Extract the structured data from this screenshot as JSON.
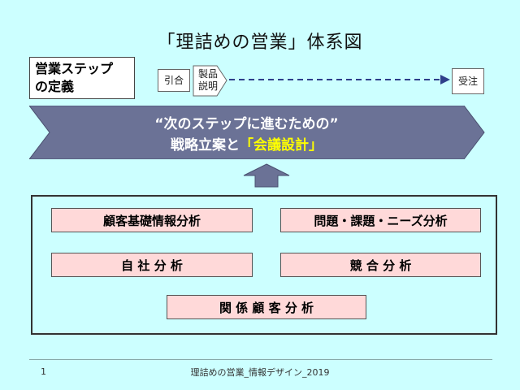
{
  "title": "「理詰めの営業」体系図",
  "definition": {
    "line1": "営業ステップ",
    "line2": "の定義"
  },
  "steps": {
    "step1": "引合",
    "step2_line1": "製品",
    "step2_line2": "説明",
    "final": "受注"
  },
  "banner": {
    "line1": "“次のステップに進むための”",
    "line2_prefix": "戦略立案と",
    "line2_highlight": "「会議設計」"
  },
  "analyses": {
    "customer_basic": "顧客基礎情報分析",
    "issues_needs": "問題・課題・ニーズ分析",
    "own_company": "自 社 分 析",
    "competition": "競 合 分 析",
    "related_customers": "関 係 顧 客 分 析"
  },
  "footer": {
    "page_number": "1",
    "text": "理詰めの営業_情報デザイン_2019"
  },
  "colors": {
    "background": "#ccffff",
    "banner_fill": "#6b7296",
    "tile_fill": "#ffd9d9",
    "highlight": "#ffff00"
  }
}
